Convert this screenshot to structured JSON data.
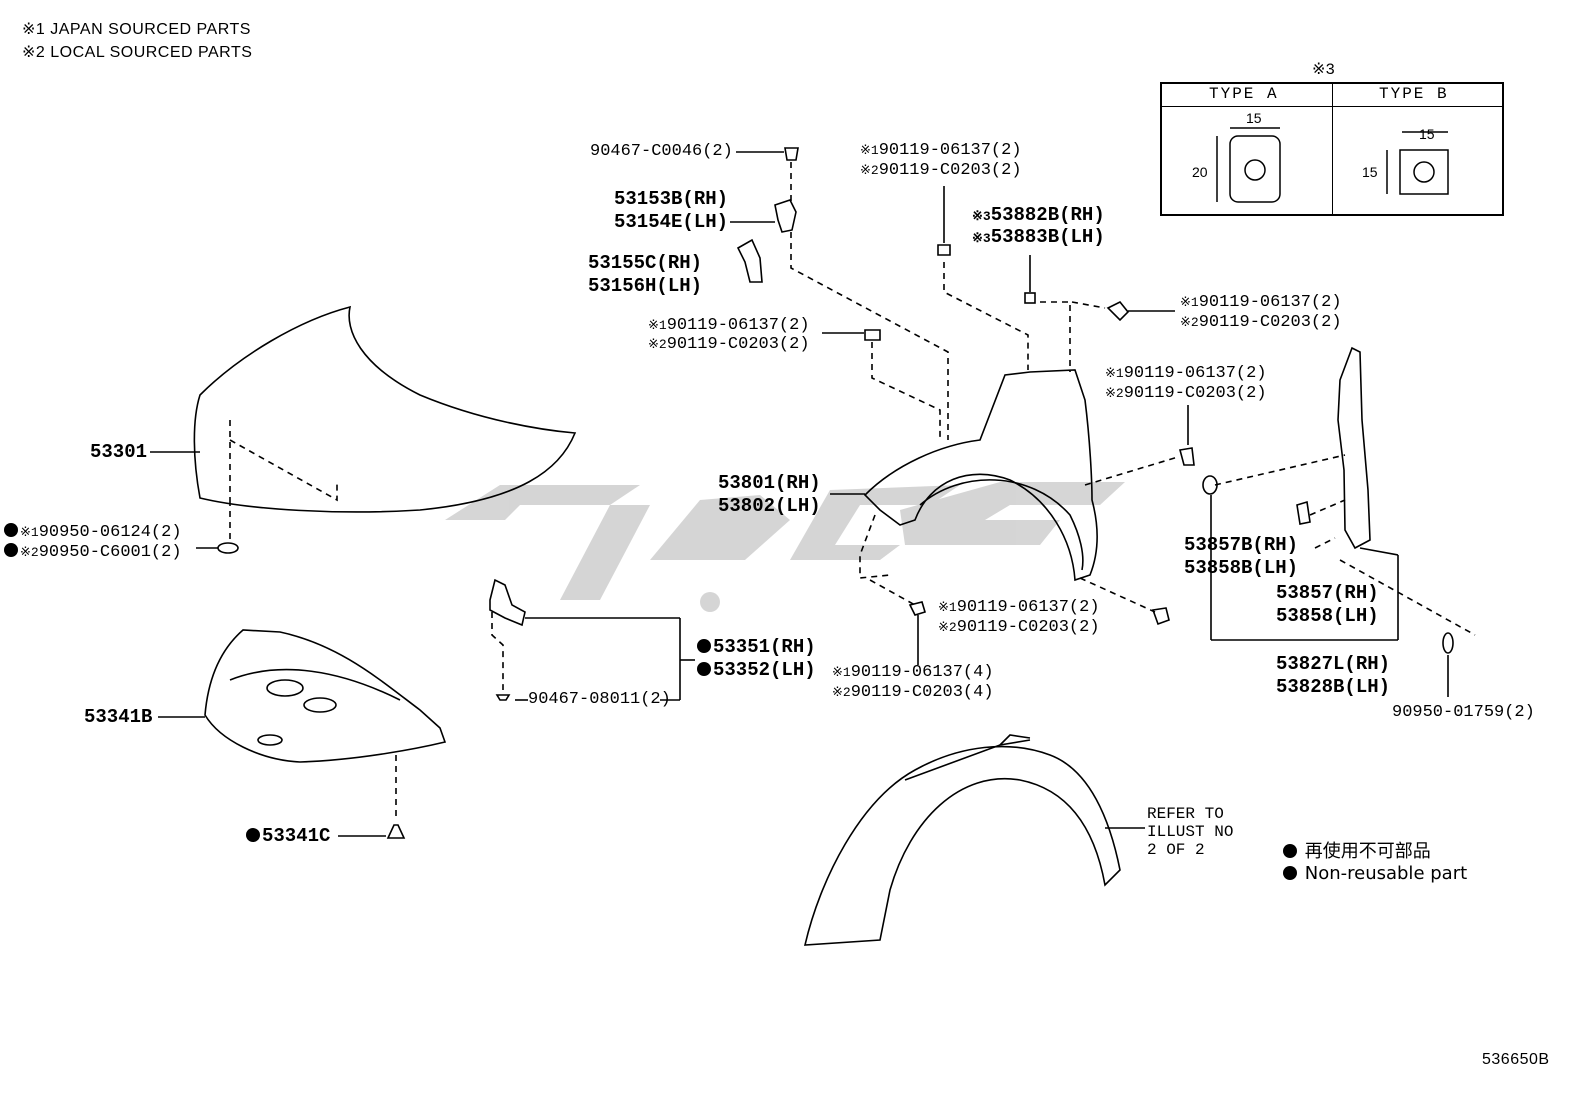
{
  "notes": {
    "line1": "※1 JAPAN SOURCED PARTS",
    "line2": "※2 LOCAL SOURCED PARTS"
  },
  "table": {
    "marker": "※3",
    "type_a": "TYPE A",
    "type_b": "TYPE B",
    "a_width": "15",
    "a_height": "20",
    "b_width": "15",
    "b_height": "15"
  },
  "labels": {
    "p90467_c0046": "90467-C0046(2)",
    "p53153b": "53153B(RH)",
    "p53154e": "53154E(LH)",
    "p53155c": "53155C(RH)",
    "p53156h": "53156H(LH)",
    "bolt_top_1": "90119-06137(2)",
    "bolt_top_2": "90119-C0203(2)",
    "bolt_left_1": "90119-06137(2)",
    "bolt_left_2": "90119-C0203(2)",
    "p53882b": "53882B(RH)",
    "p53883b": "53883B(LH)",
    "bolt_right_1": "90119-06137(2)",
    "bolt_right_2": "90119-C0203(2)",
    "bolt_mid_1": "90119-06137(2)",
    "bolt_mid_2": "90119-C0203(2)",
    "p53301": "53301",
    "p90950_06124": "90950-06124(2)",
    "p90950_c6001": "90950-C6001(2)",
    "p53801": "53801(RH)",
    "p53802": "53802(LH)",
    "p53857b": "53857B(RH)",
    "p53858b": "53858B(LH)",
    "p53857": "53857(RH)",
    "p53858": "53858(LH)",
    "p53827l": "53827L(RH)",
    "p53828b": "53828B(LH)",
    "p90950_01759": "90950-01759(2)",
    "bolt_low_1": "90119-06137(2)",
    "bolt_low_2": "90119-C0203(2)",
    "bolt_bottom_1": "90119-06137(4)",
    "bolt_bottom_2": "90119-C0203(4)",
    "p53351": "53351(RH)",
    "p53352": "53352(LH)",
    "p90467_08011": "90467-08011(2)",
    "p53341b": "53341B",
    "p53341c": "53341C",
    "refer_1": "REFER TO",
    "refer_2": "ILLUST NO",
    "refer_3": "2 OF 2",
    "m1": "※1",
    "m2": "※2",
    "m3": "※3"
  },
  "legend": {
    "ja": "再使用不可部品",
    "en": "Non-reusable part"
  },
  "diagram_id": "536650B"
}
